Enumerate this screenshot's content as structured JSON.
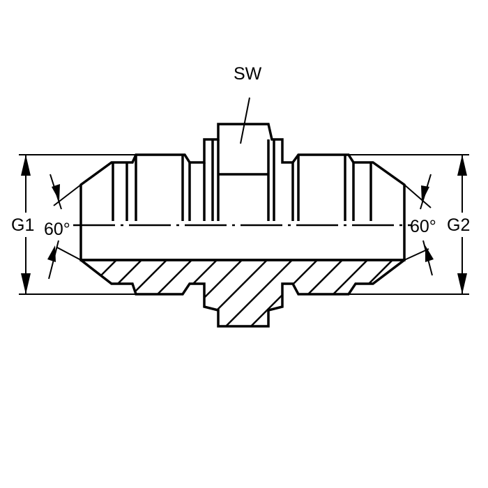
{
  "drawing": {
    "title": "Straight union fitting (JIC 37° flare, both ends)",
    "labels": {
      "wrench_size": "SW",
      "thread_left": "G1",
      "thread_right": "G2",
      "angle_left": "60°",
      "angle_right": "60°"
    },
    "colors": {
      "line": "#000000",
      "background": "#ffffff"
    }
  }
}
